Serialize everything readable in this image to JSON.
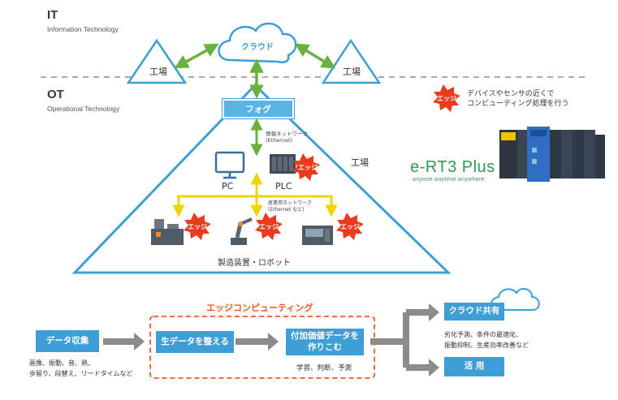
{
  "it": {
    "title": "IT",
    "subtitle": "Information Technology"
  },
  "ot": {
    "title": "OT",
    "subtitle": "Operational Technology"
  },
  "cloud_label": "クラウド",
  "factory_label": "工場",
  "fog_label": "フォグ",
  "info_network": "情報ネットワーク\n(Ethernet)",
  "pc_label": "PC",
  "plc_label": "PLC",
  "edge_label": "エッジ",
  "industrial_network": "産業用ネットワーク\n(Ethernet など)",
  "equipment_label": "製造装置・ロボット",
  "edge_legend": "デバイスやセンサの近くで\nコンピューティング処理を行う",
  "product": {
    "name": "e-RT3 Plus",
    "tagline": "anyone anytime anywhere"
  },
  "flow": {
    "edge_computing_title": "エッジコンピューティング",
    "data_collection": "データ収集",
    "data_collection_desc": "画像、振動、音、熱、\n歩留り、段替え、リードタイムなど",
    "organize_raw": "生データを整える",
    "add_value": "付加価値データを\n作りこむ",
    "add_value_desc": "学習、判断、予測",
    "cloud_share": "クラウド共有",
    "cloud_share_desc": "劣化予測、条件の最適化、\n振動抑制、生産効率改善など",
    "utilize": "活 用"
  }
}
